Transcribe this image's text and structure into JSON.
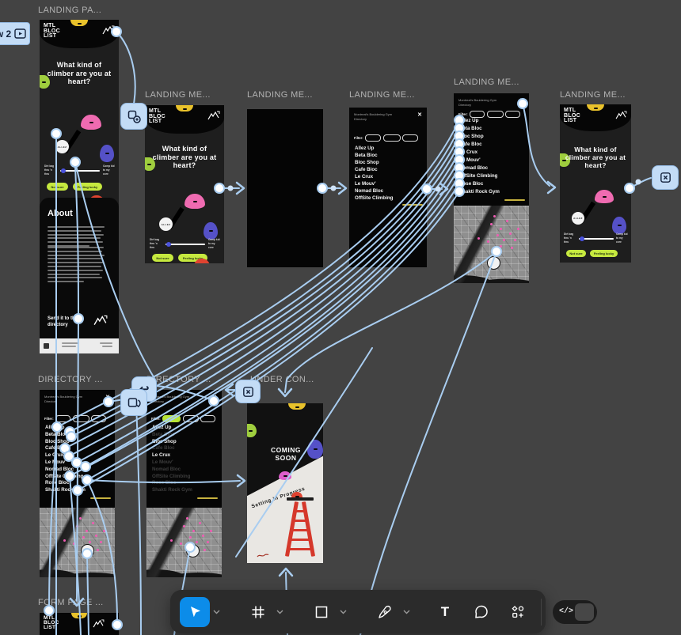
{
  "flow": {
    "start_badge_label": "w 2"
  },
  "labels": {
    "f1": "LANDING PA...",
    "f2": "LANDING ME...",
    "f3": "LANDING ME...",
    "f4": "LANDING ME...",
    "f5": "LANDING ME...",
    "f6": "LANDING ME...",
    "d1": "DIRECTORY ...",
    "d2": "DIRECTORY ...",
    "uc": "UNDER CON...",
    "form": "FORM PAGE ..."
  },
  "hero": {
    "logo": "MTL BLOC LIST",
    "heading": "What kind of climber are you at heart?",
    "slider_left": "Dirt bag thru 'n thru",
    "slider_right": "Comp kid to my core",
    "not_sure": "Not sure",
    "feeling_lucky": "Feeling lucky",
    "allez_hold": "ALLEZ"
  },
  "about": {
    "title": "About",
    "cta": "Send it to the directory"
  },
  "directory": {
    "header": "Montreal's Bouldering Gym Directory",
    "close": "✕",
    "filter_label": "Filter:",
    "gyms": [
      "Allez Up",
      "Beta Bloc",
      "Bloc Shop",
      "Cafe Bloc",
      "Le Crux",
      "Le Mouv'",
      "Nomad Bloc",
      "OffSite Climbing",
      "Rose Bloc",
      "Shakti Rock Gym"
    ]
  },
  "coming_soon": {
    "title": "COMING SOON",
    "progress": "Setting In Progress"
  },
  "toolbar": {
    "text_tool_glyph": "T",
    "dev_mode_glyph": "</>"
  },
  "icons": {
    "back": "↩",
    "close": "✕"
  },
  "colors": {
    "flow_line": "#a9cdf0",
    "badge_fill": "#c3dcf6",
    "selected_tool": "#0c8ce9",
    "accent_green": "#c6e93f",
    "marker_pink": "#f15cb4",
    "canvas": "#434343"
  }
}
